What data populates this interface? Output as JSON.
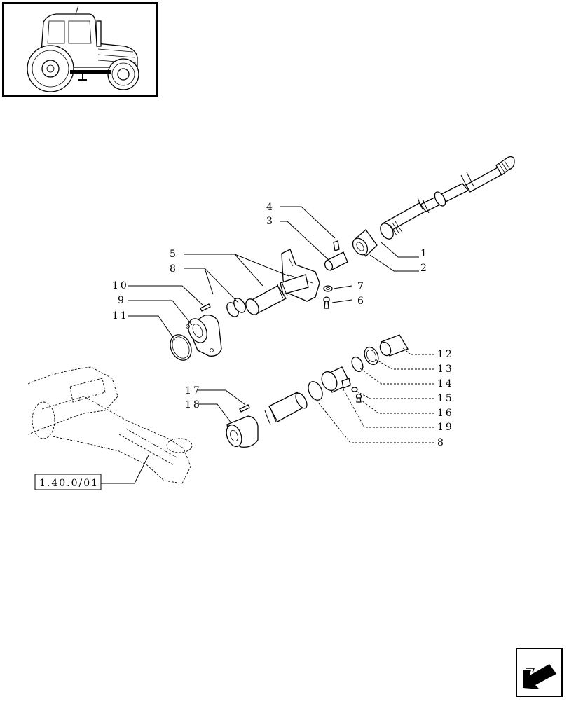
{
  "callouts": [
    {
      "id": "c1",
      "label": "1"
    },
    {
      "id": "c2",
      "label": "2"
    },
    {
      "id": "c3",
      "label": "3"
    },
    {
      "id": "c4",
      "label": "4"
    },
    {
      "id": "c5",
      "label": "5"
    },
    {
      "id": "c6",
      "label": "6"
    },
    {
      "id": "c7",
      "label": "7"
    },
    {
      "id": "c8a",
      "label": "8"
    },
    {
      "id": "c8b",
      "label": "8"
    },
    {
      "id": "c9",
      "label": "9"
    },
    {
      "id": "c10",
      "label": "10"
    },
    {
      "id": "c11",
      "label": "11"
    },
    {
      "id": "c12",
      "label": "12"
    },
    {
      "id": "c13",
      "label": "13"
    },
    {
      "id": "c14",
      "label": "14"
    },
    {
      "id": "c15",
      "label": "15"
    },
    {
      "id": "c16",
      "label": "16"
    },
    {
      "id": "c17",
      "label": "17"
    },
    {
      "id": "c18",
      "label": "18"
    },
    {
      "id": "c19",
      "label": "19"
    }
  ],
  "reference": {
    "label": "1.40.0/01"
  },
  "icons": {
    "thumbnail": "tractor-thumbnail-icon",
    "nav": "navigation-arrow-icon",
    "axle": "axle-housing-icon"
  }
}
